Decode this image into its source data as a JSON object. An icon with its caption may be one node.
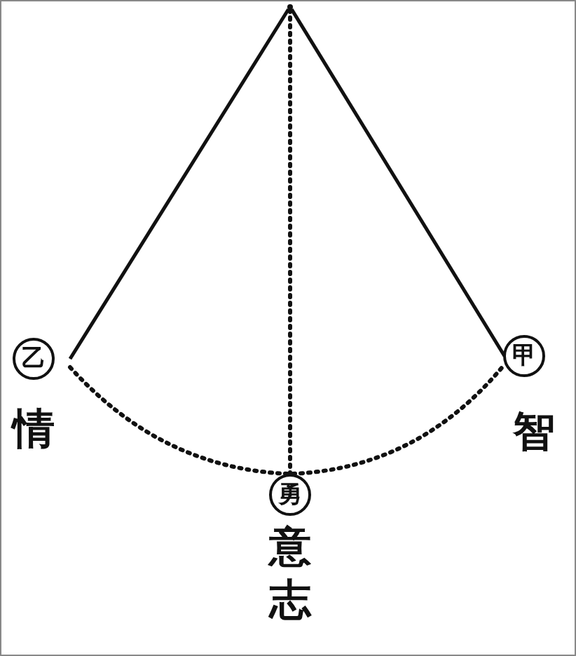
{
  "diagram": {
    "nodes": [
      {
        "text": [],
        "shape": "point"
      },
      {
        "text": [
          "乙"
        ],
        "beside": [
          "情"
        ]
      },
      {
        "text": [
          "勇"
        ],
        "beside": [
          "意志"
        ]
      },
      {
        "text": [
          "甲"
        ],
        "beside": [
          "智"
        ]
      }
    ],
    "edges": [
      {
        "from": 0,
        "to": 1,
        "arrow": "none"
      },
      {
        "from": 0,
        "to": 3,
        "arrow": "none"
      },
      {
        "from": 0,
        "to": 2,
        "arrow": "none",
        "style": "dashed"
      },
      {
        "from": 1,
        "to": 2,
        "arrow": "none",
        "style": "dashed"
      },
      {
        "from": 2,
        "to": 3,
        "arrow": "none",
        "style": "dashed"
      }
    ]
  }
}
